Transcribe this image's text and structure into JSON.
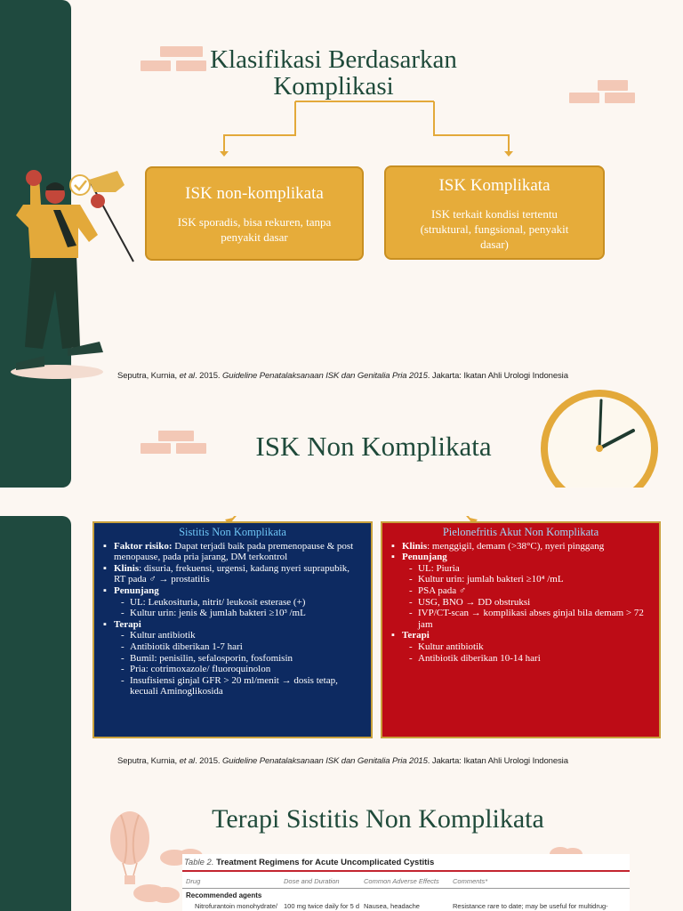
{
  "slide1": {
    "title_line1": "Klasifikasi Berdasarkan",
    "title_line2": "Komplikasi",
    "box_left": {
      "heading": "ISK non-komplikata",
      "text": "ISK sporadis, bisa rekuren, tanpa penyakit dasar"
    },
    "box_right": {
      "heading": "ISK Komplikata",
      "text": "ISK terkait kondisi tertentu (struktural, fungsional, penyakit dasar)"
    },
    "citation": {
      "authors": "Seputra, Kurnia, ",
      "etal": "et al",
      "year": ". 2015. ",
      "book": "Guideline Penatalaksanaan ISK dan Genitalia Pria 2015",
      "publisher": ". Jakarta: Ikatan Ahli Urologi Indonesia"
    }
  },
  "slide2": {
    "title": "ISK Non Komplikata",
    "left_panel": {
      "heading": "Sistitis Non Komplikata",
      "risk_label": "Faktor risiko:",
      "risk_text": " Dapat terjadi baik pada premenopause & post menopause, pada pria jarang, DM terkontrol",
      "clinic_label": "Klinis",
      "clinic_text": ": disuria, frekuensi, urgensi,  kadang nyeri suprapubik, RT pada ♂ → prostatitis",
      "support_label": "Penunjang",
      "support_items": [
        "UL: Leukosituria, nitrit/ leukosit esterase (+)",
        "Kultur urin: jenis & jumlah bakteri ≥10³ /mL"
      ],
      "therapy_label": "Terapi",
      "therapy_items": [
        "Kultur antibiotik",
        "Antibiotik diberikan 1-7 hari",
        "Bumil: penisilin, sefalosporin, fosfomisin",
        "Pria: cotrimoxazole/ fluoroquinolon",
        "Insufisiensi ginjal GFR > 20 ml/menit → dosis tetap, kecuali Aminoglikosida"
      ]
    },
    "right_panel": {
      "heading": "Pielonefritis Akut Non Komplikata",
      "clinic_label": "Klinis",
      "clinic_text": ": menggigil, demam (>38°C), nyeri pinggang",
      "support_label": "Penunjang",
      "support_items": [
        "UL: Piuria",
        "Kultur urin: jumlah bakteri ≥10⁴ /mL",
        "PSA pada ♂",
        "USG, BNO → DD obstruksi",
        "IVP/CT-scan → komplikasi abses ginjal bila demam > 72 jam"
      ],
      "therapy_label": "Terapi",
      "therapy_items": [
        "Kultur antibiotik",
        "Antibiotik diberikan 10-14 hari"
      ]
    },
    "citation": {
      "authors": "Seputra, Kurnia, ",
      "etal": "et al",
      "year": ". 2015. ",
      "book": "Guideline Penatalaksanaan ISK dan Genitalia Pria 2015",
      "publisher": ". Jakarta: Ikatan Ahli Urologi Indonesia"
    }
  },
  "slide3": {
    "title": "Terapi Sistitis Non Komplikata",
    "table": {
      "caption_label": "Table 2.",
      "caption_title": "Treatment Regimens for Acute Uncomplicated Cystitis",
      "headers": [
        "Drug",
        "Dose and Duration",
        "Common Adverse Effects",
        "Comments*"
      ],
      "group": "Recommended agents",
      "row": [
        "Nitrofurantoin monohydrate/",
        "100 mg twice daily for 5 d",
        "Nausea, headache",
        "Resistance rare to date; may be useful for multidrug-resistant pathogens; not equivalent"
      ]
    }
  },
  "colors": {
    "accent_green": "#1f4a3f",
    "box_orange": "#e6ac3a",
    "panel_blue": "#0d2a61",
    "panel_red": "#bd0c16",
    "brick": "#f3c8b6",
    "clock_gold": "#e3a93a"
  }
}
